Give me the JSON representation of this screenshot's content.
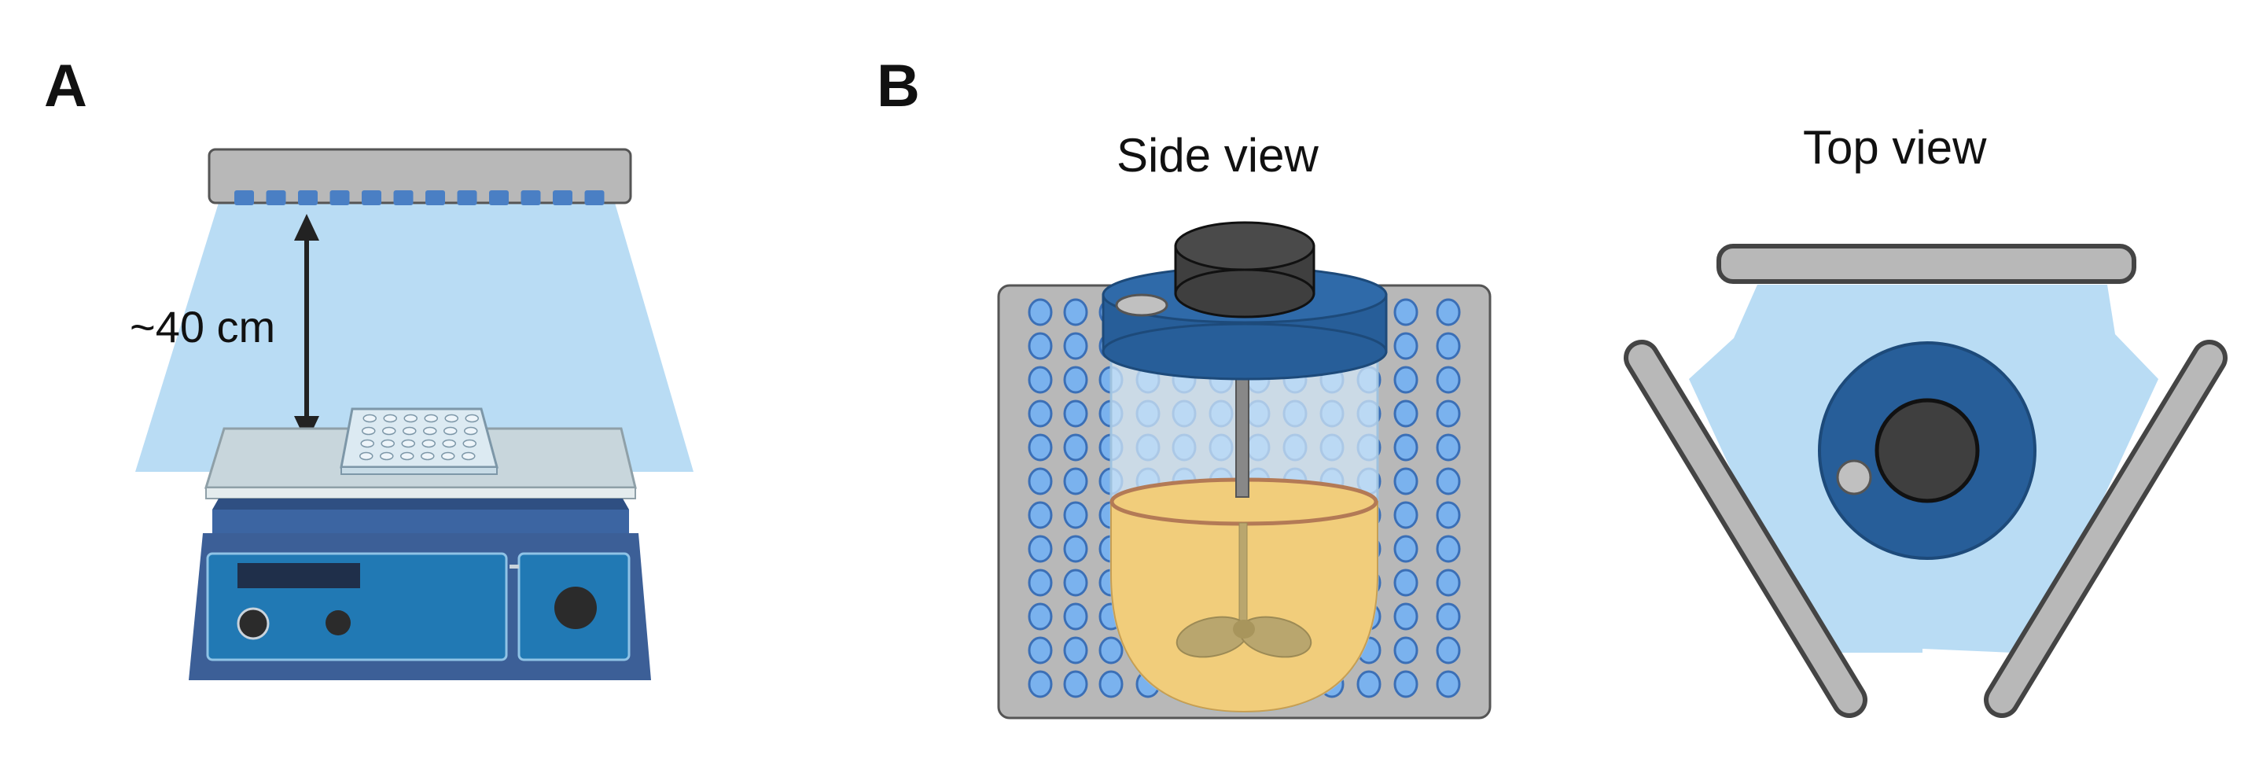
{
  "panels": {
    "a": {
      "letter": "A",
      "distance_label": "~40 cm"
    },
    "b": {
      "letter": "B",
      "side_view_title": "Side view",
      "top_view_title": "Top view"
    }
  },
  "icons": {
    "led_strip": "led-lamp-icon",
    "light_cone": "light-beam-icon",
    "arrow": "double-headed-arrow-icon",
    "plate": "multiwell-plate-icon",
    "stirrer": "magnetic-stirrer-hotplate-icon",
    "reactor": "glass-reactor-vessel-icon",
    "impeller": "impeller-stirrer-icon",
    "led_panel": "led-panel-icon"
  },
  "colors": {
    "light": "#b9dcf4",
    "led": "#4a7fc4",
    "led_dot": "#7ab2ee",
    "lid": "#275e99",
    "cap": "#3f3f3f",
    "liquid": "#f1cd7b",
    "housing": "#b8b8b8",
    "stirrer_body": "#2179b4"
  }
}
